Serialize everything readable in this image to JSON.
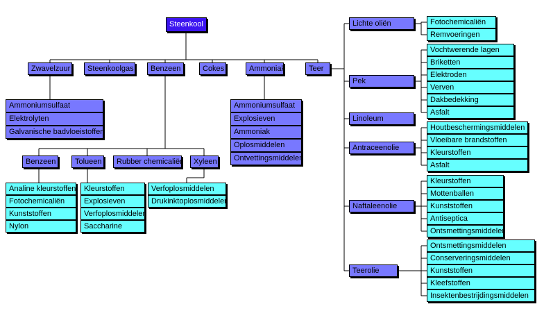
{
  "root": "Steenkool",
  "main": [
    {
      "label": "Zwavelzuur",
      "children": [
        "Ammoniumsulfaat",
        "Elektrolyten",
        "Galvanische badvloeistoffen"
      ]
    },
    {
      "label": "Steenkoolgas"
    },
    {
      "label": "Benzeen",
      "sub": [
        {
          "label": "Benzeen",
          "children": [
            "Analine kleurstoffen",
            "Fotochemicaliën",
            "Kunststoffen",
            "Nylon"
          ]
        },
        {
          "label": "Tolueen",
          "children": [
            "Kleurstoffen",
            "Explosieven",
            "Verfoplosmiddelen",
            "Saccharine"
          ]
        },
        {
          "label": "Rubber chemicaliën"
        },
        {
          "label": "Xyleen",
          "children": [
            "Verfoplosmiddelen",
            "Drukinktoplosmiddelen"
          ]
        }
      ]
    },
    {
      "label": "Cokes"
    },
    {
      "label": "Ammoniak",
      "children": [
        "Ammoniumsulfaat",
        "Explosieven",
        "Ammoniak",
        "Oplosmiddelen",
        "Ontvettingsmiddelen"
      ]
    },
    {
      "label": "Teer",
      "sub": [
        {
          "label": "Lichte oliën",
          "children": [
            "Fotochemicaliën",
            "Remvoeringen"
          ]
        },
        {
          "label": "Pek",
          "children": [
            "Vochtwerende lagen",
            "Briketten",
            "Elektroden",
            "Verven",
            "Dakbedekking",
            "Asfalt"
          ]
        },
        {
          "label": "Linoleum"
        },
        {
          "label": "Antraceenolie",
          "children": [
            "Houtbeschermingsmiddelen",
            "Vloeibare brandstoffen",
            "Kleurstoffen",
            "Asfalt"
          ]
        },
        {
          "label": "Naftaleenolie",
          "children": [
            "Kleurstoffen",
            "Mottenballen",
            "Kunststoffen",
            "Antiseptica",
            "Ontsmettingsmiddelen"
          ]
        },
        {
          "label": "Teerolie",
          "children": [
            "Ontsmettingsmiddelen",
            "Conserveringsmiddelen",
            "Kunststoffen",
            "Kleefstoffen",
            "Insektenbestrijdingsmiddelen"
          ]
        }
      ]
    }
  ],
  "colors": {
    "root": "#3c14f0",
    "node": "#7878ff",
    "leaf": "#66ffff",
    "line": "#000000"
  }
}
